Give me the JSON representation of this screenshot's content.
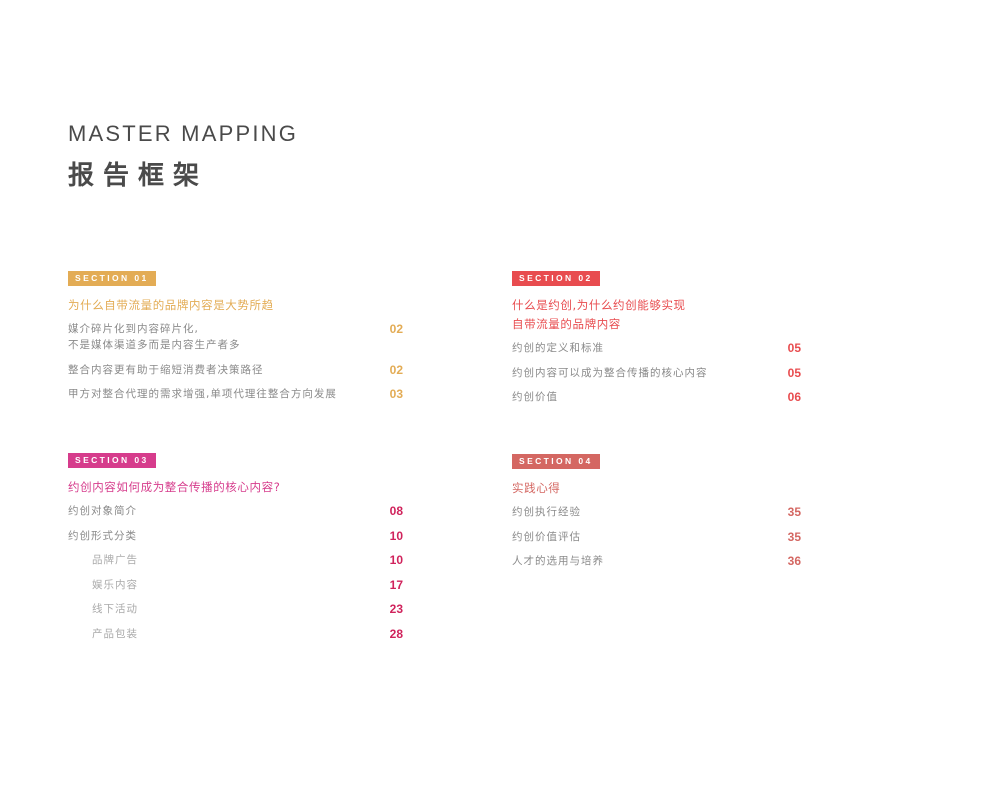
{
  "header": {
    "title_en": "MASTER MAPPING",
    "title_zh": "报告框架"
  },
  "colors": {
    "section_01": "#e3ac55",
    "section_02": "#e84c4f",
    "section_03": "#d63c8c",
    "section_04": "#d46762",
    "section_03_pages": "#d0235c",
    "body_text": "#8a8a8a",
    "heading": "#4a4a4a"
  },
  "sections": [
    {
      "badge": "SECTION 01",
      "title": "为什么自带流量的品牌内容是大势所趋",
      "items": [
        {
          "label": "媒介碎片化到内容碎片化,\n不是媒体渠道多而是内容生产者多",
          "page": "02"
        },
        {
          "label": "整合内容更有助于缩短消费者决策路径",
          "page": "02"
        },
        {
          "label": "甲方对整合代理的需求增强,单项代理往整合方向发展",
          "page": "03"
        }
      ]
    },
    {
      "badge": "SECTION 02",
      "title": "什么是约创,为什么约创能够实现\n自带流量的品牌内容",
      "items": [
        {
          "label": "约创的定义和标准",
          "page": "05"
        },
        {
          "label": "约创内容可以成为整合传播的核心内容",
          "page": "05"
        },
        {
          "label": "约创价值",
          "page": "06"
        }
      ]
    },
    {
      "badge": "SECTION 03",
      "title": "约创内容如何成为整合传播的核心内容?",
      "items": [
        {
          "label": "约创对象简介",
          "page": "08"
        },
        {
          "label": "约创形式分类",
          "page": "10"
        },
        {
          "label": "品牌广告",
          "page": "10"
        },
        {
          "label": "娱乐内容",
          "page": "17"
        },
        {
          "label": "线下活动",
          "page": "23"
        },
        {
          "label": "产品包装",
          "page": "28"
        }
      ]
    },
    {
      "badge": "SECTION 04",
      "title": "实践心得",
      "items": [
        {
          "label": "约创执行经验",
          "page": "35"
        },
        {
          "label": "约创价值评估",
          "page": "35"
        },
        {
          "label": "人才的选用与培养",
          "page": "36"
        }
      ]
    }
  ]
}
